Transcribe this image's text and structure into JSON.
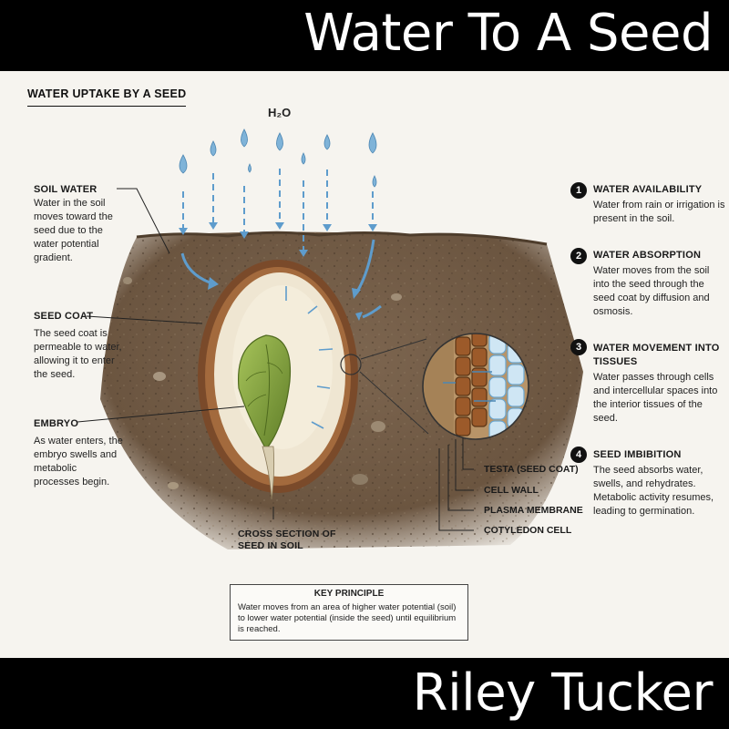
{
  "cover": {
    "album_title": "Water To A Seed",
    "artist": "Riley Tucker"
  },
  "diagram": {
    "title": "WATER UPTAKE BY A SEED",
    "h2o": "H₂O",
    "left_labels": [
      {
        "heading": "SOIL WATER",
        "body": "Water in the soil moves toward the seed due to the water potential gradient."
      },
      {
        "heading": "SEED COAT",
        "body": "The seed coat is permeable to water, allowing it to enter the seed."
      },
      {
        "heading": "EMBRYO",
        "body": "As water enters, the embryo swells and metabolic processes begin."
      }
    ],
    "cross_section": "CROSS SECTION OF SEED IN SOIL",
    "cell_labels": [
      "TESTA (SEED COAT)",
      "CELL WALL",
      "PLASMA MEMBRANE",
      "COTYLEDON CELL"
    ],
    "steps": [
      {
        "number": "1",
        "heading": "WATER AVAILABILITY",
        "body": "Water from rain or irrigation is present in the soil."
      },
      {
        "number": "2",
        "heading": "WATER ABSORPTION",
        "body": "Water moves from the soil into the seed through the seed coat by diffusion and osmosis."
      },
      {
        "number": "3",
        "heading": "WATER MOVEMENT INTO TISSUES",
        "body": "Water passes through cells and intercellular spaces into the interior tissues of the seed."
      },
      {
        "number": "4",
        "heading": "SEED IMBIBITION",
        "body": "The seed absorbs water, swells, and rehydrates. Metabolic activity resumes, leading to germination."
      }
    ],
    "key_principle": {
      "title": "KEY PRINCIPLE",
      "text": "Water moves from an area of higher water potential (soil) to lower water potential (inside the seed) until equilibrium is reached."
    }
  },
  "colors": {
    "soil": "#6b5540",
    "seed_coat": "#7a4a2a",
    "endosperm": "#efe6d2",
    "embryo": "#7f9c3c",
    "water": "#6aa6d0"
  }
}
